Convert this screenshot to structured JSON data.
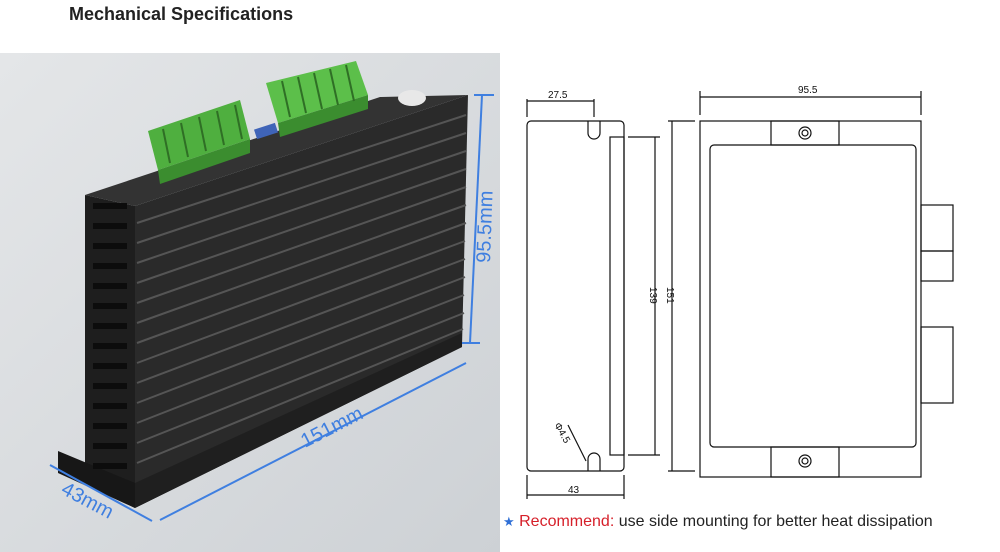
{
  "title": "Mechanical Specifications",
  "photo": {
    "dim_height": "95.5mm",
    "dim_length": "151mm",
    "dim_width": "43mm"
  },
  "drawing": {
    "side_top_width": "27.5",
    "side_inner_height": "139",
    "outer_height": "151",
    "hole_diameter": "Φ4.5",
    "side_bottom_width": "43",
    "front_width": "95.5"
  },
  "note": {
    "star": "★",
    "keyword": "Recommend:",
    "text": " use side mounting for better heat dissipation"
  },
  "colors": {
    "dimension_blue": "#3f7fe0",
    "recommend_red": "#d6202a",
    "connector_green": "#5cbf4a"
  }
}
